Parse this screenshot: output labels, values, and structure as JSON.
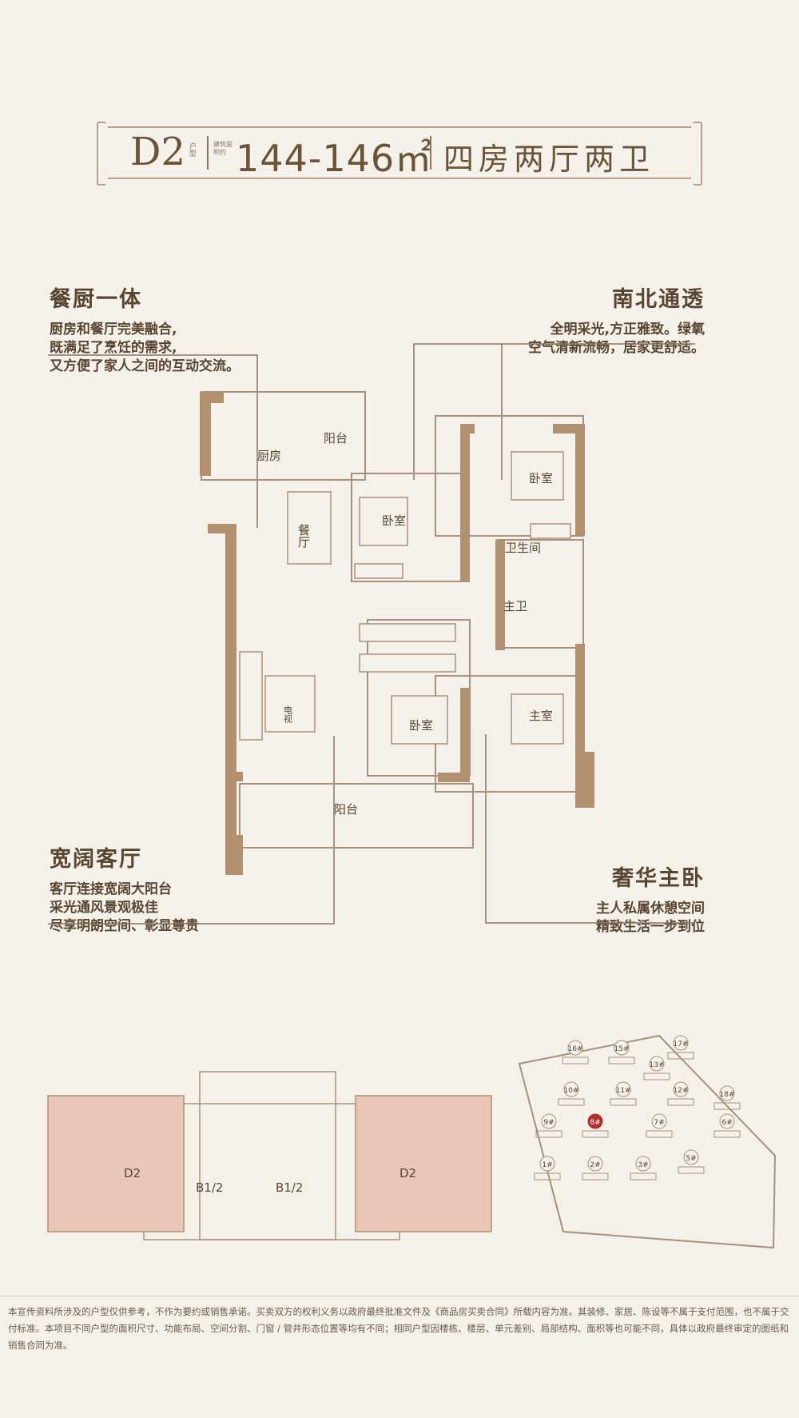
{
  "header": {
    "unit_code": "D2",
    "unit_code_sub": "户型",
    "area_note": "建筑面积约",
    "area": "144-146㎡",
    "layout": "四房两厅两卫"
  },
  "annotations": {
    "kitchen_dining": {
      "title": "餐厨一体",
      "lines": [
        "厨房和餐厅完美融合,",
        "既满足了烹饪的需求,",
        "又方便了家人之间的互动交流。"
      ]
    },
    "north_south": {
      "title": "南北通透",
      "lines": [
        "全明采光,方正雅致。绿氧",
        "空气清新流畅，居家更舒适。"
      ]
    },
    "living": {
      "title": "宽阔客厅",
      "lines": [
        "客厅连接宽阔大阳台",
        "采光通风景观极佳",
        "尽享明朗空间、彰显尊贵"
      ]
    },
    "master": {
      "title": "奢华主卧",
      "lines": [
        "主人私属休憩空间",
        "精致生活一步到位"
      ]
    }
  },
  "rooms": {
    "kitchen": "厨房",
    "balcony_top": "阳台",
    "dining": "餐厅",
    "bedroom_mid": "卧室",
    "bedroom_ne": "卧室",
    "bathroom": "卫生间",
    "master_bath": "主卫",
    "bedroom_center": "卧室",
    "master_bedroom": "主室",
    "balcony_bottom": "阳台",
    "tv": "电视"
  },
  "building_plan": {
    "left_unit": "D2",
    "right_unit": "D2",
    "mid_left": "B1/2",
    "mid_right": "B1/2"
  },
  "site_map": {
    "buildings": [
      "1#",
      "2#",
      "3#",
      "5#",
      "6#",
      "7#",
      "8#",
      "9#",
      "10#",
      "11#",
      "12#",
      "13#",
      "15#",
      "16#",
      "17#",
      "18#"
    ],
    "highlighted": "8#",
    "highlight_color": "#b0302a"
  },
  "colors": {
    "wall": "#b0906e",
    "accent_fill": "#e8c7b6",
    "text": "#5a4630"
  },
  "disclaimer": "本宣传资料所涉及的户型仅供参考，不作为要约或销售承诺。买卖双方的权利义务以政府最终批准文件及《商品房买卖合同》所载内容为准。其装修、家居、陈设等不属于支付范围，也不属于交付标准。本项目不同户型的面积尺寸、功能布局、空间分割、门窗 / 管井形态位置等均有不同；相同户型因楼栋、楼层、单元差别、局部结构、面积等也可能不同，具体以政府最终审定的图纸和销售合同为准。"
}
